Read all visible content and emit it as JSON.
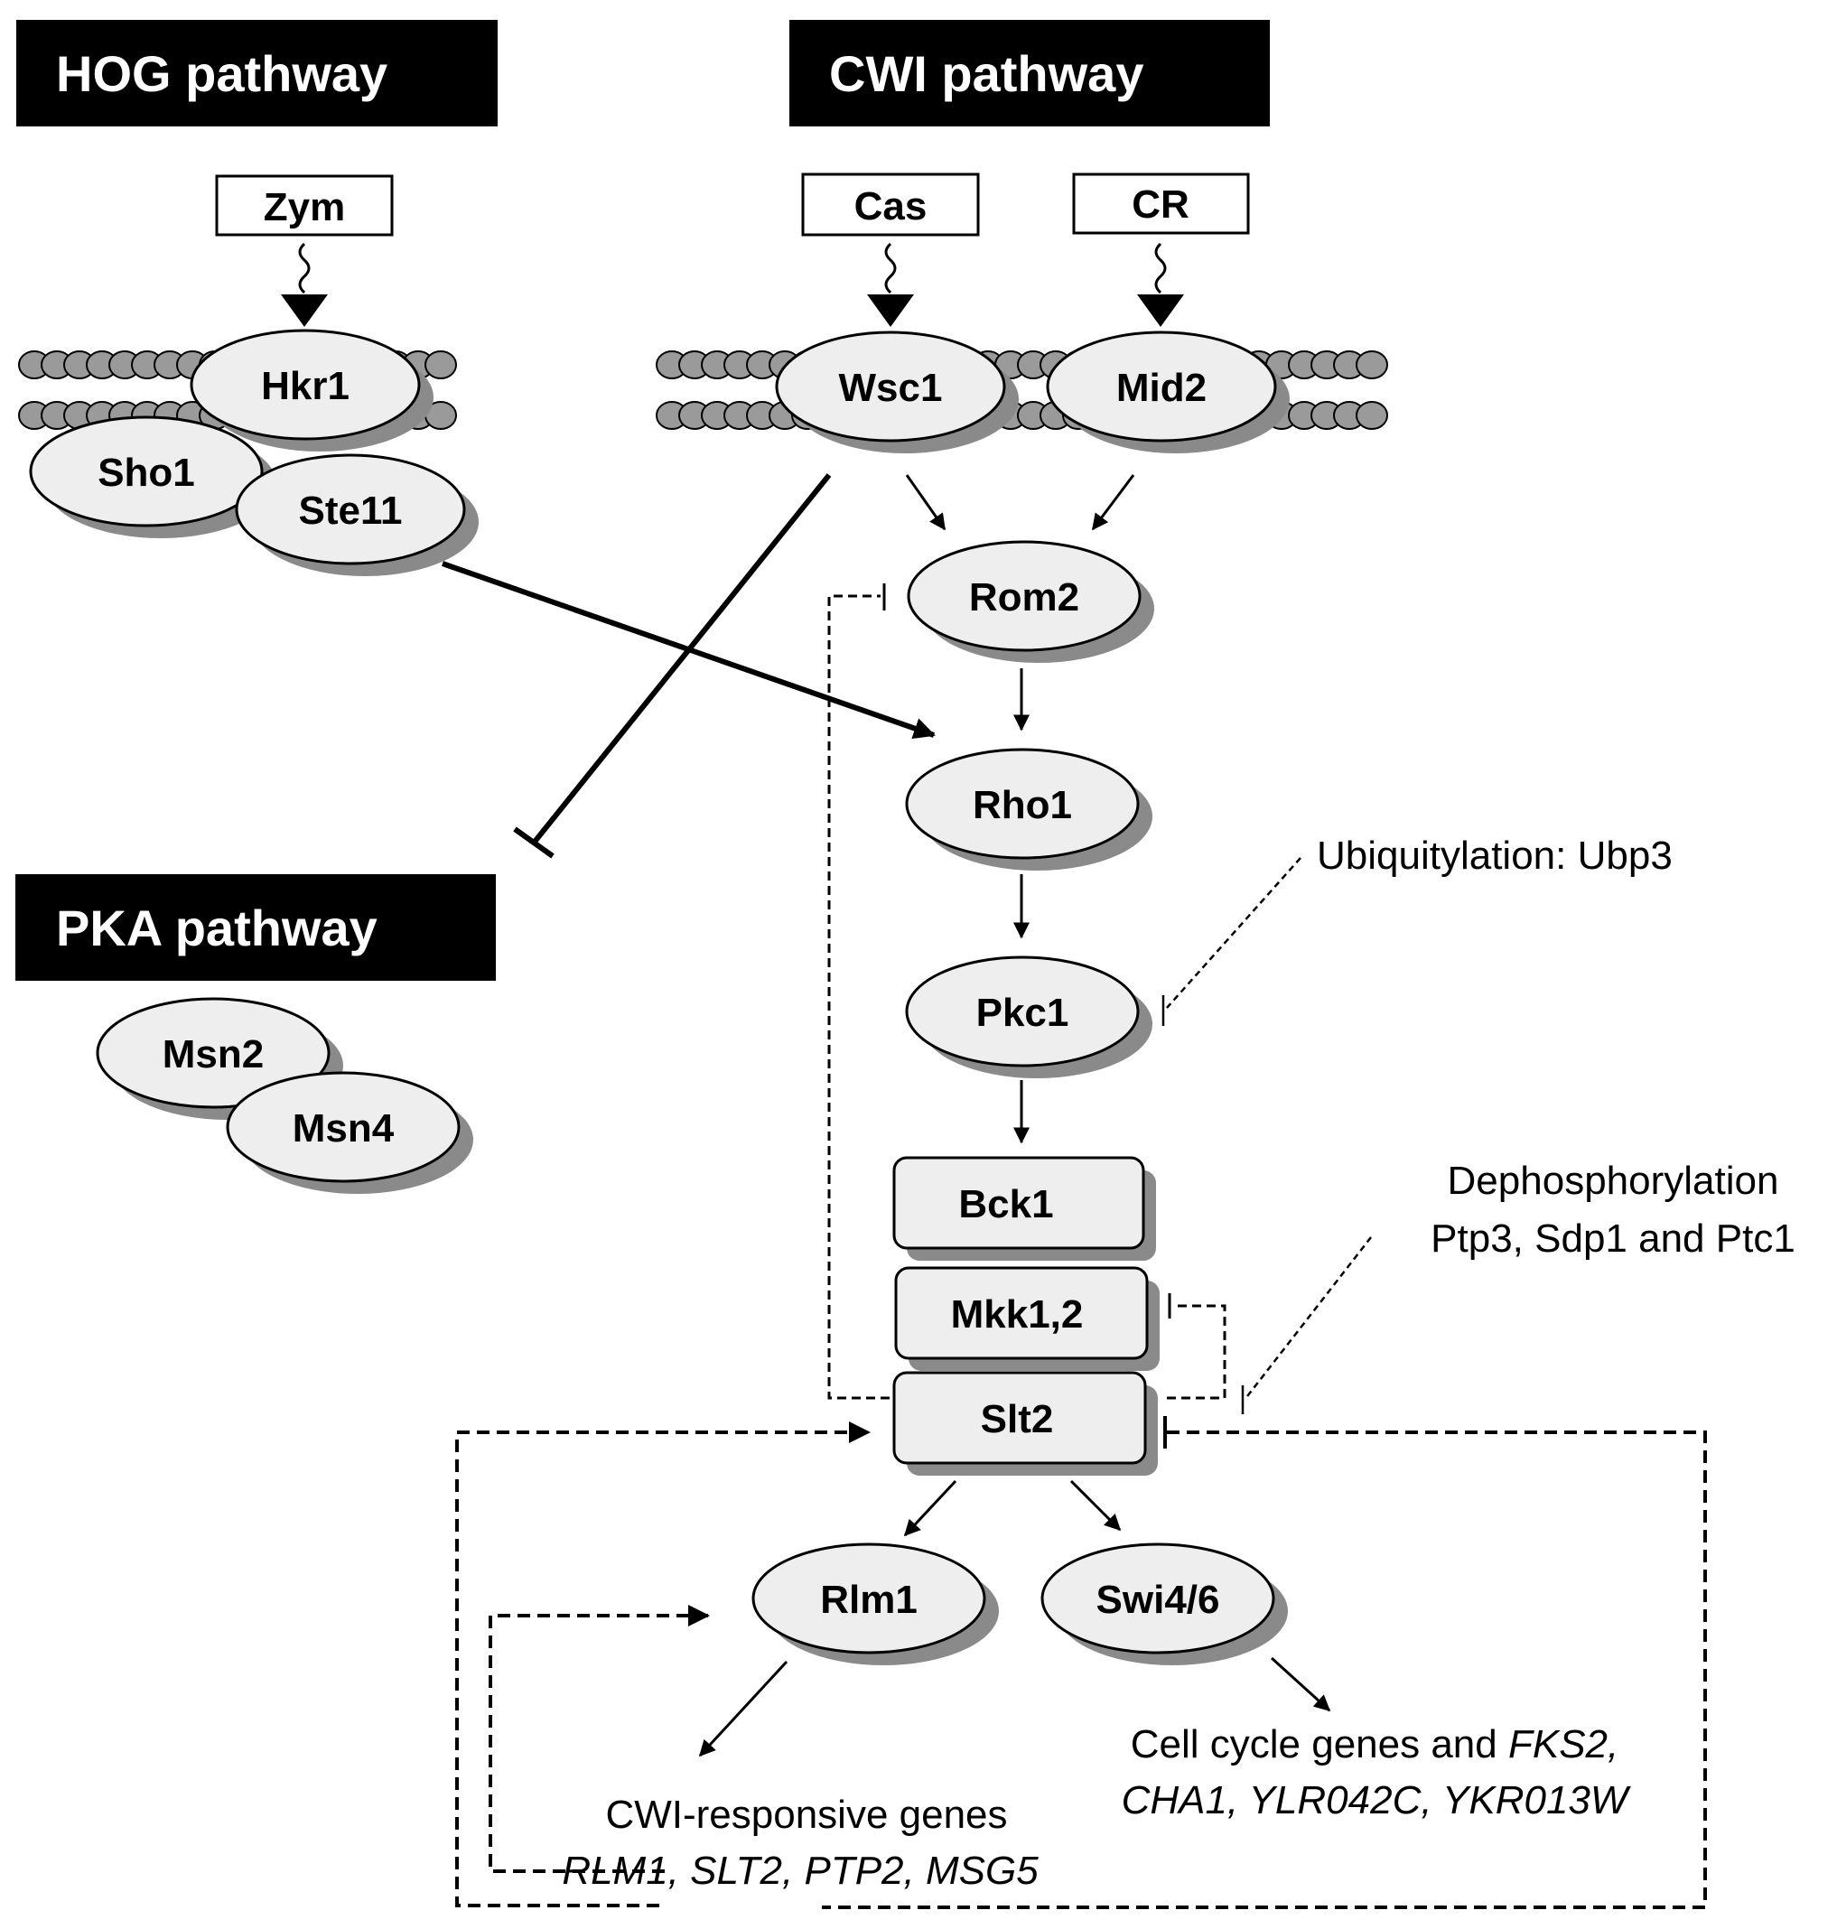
{
  "headers": {
    "hog": "HOG pathway",
    "cwi": "CWI pathway",
    "pka": "PKA pathway"
  },
  "stimuli": {
    "zym": "Zym",
    "cas": "Cas",
    "cr": "CR"
  },
  "proteins": {
    "hkr1": "Hkr1",
    "sho1": "Sho1",
    "ste11": "Ste11",
    "wsc1": "Wsc1",
    "mid2": "Mid2",
    "rom2": "Rom2",
    "rho1": "Rho1",
    "pkc1": "Pkc1",
    "bck1": "Bck1",
    "mkk12": "Mkk1,2",
    "slt2": "Slt2",
    "rlm1": "Rlm1",
    "swi46": "Swi4/6",
    "msn2": "Msn2",
    "msn4": "Msn4"
  },
  "notes": {
    "ubiquitylation": "Ubiquitylation: Ubp3",
    "dephos_line1": "Dephosphorylation",
    "dephos_line2": "Ptp3, Sdp1 and Ptc1",
    "cwi_genes_title": "CWI-responsive genes",
    "cwi_genes_list": "RLM1, SLT2, PTP2, MSG5",
    "cellcycle_prefix": "Cell cycle genes and ",
    "cellcycle_fks2": "FKS2,",
    "cellcycle_list": "CHA1, YLR042C, YKR013W"
  },
  "colors": {
    "node_fill": "#eeeeee",
    "shadow": "#8a8a8a",
    "membrane_bead": "#9a9a9a",
    "header_bg": "#000000",
    "header_text": "#ffffff"
  }
}
